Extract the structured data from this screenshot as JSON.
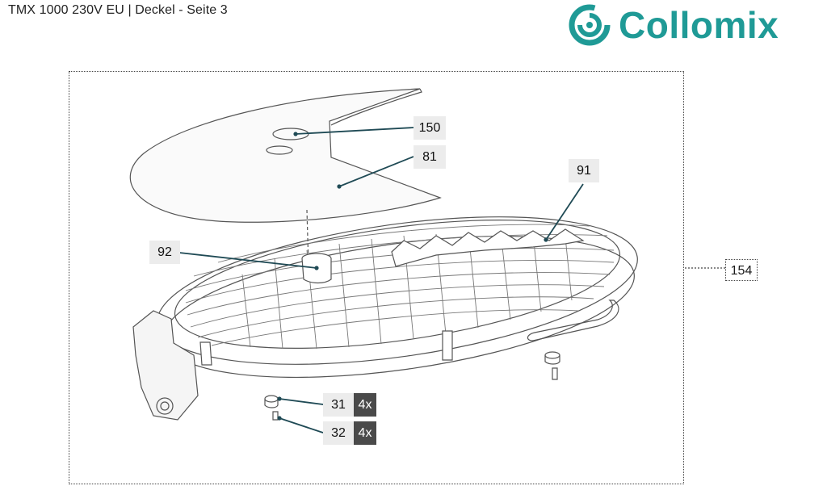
{
  "header": {
    "title": "TMX 1000 230V EU | Deckel - Seite 3",
    "brand": "Collomix",
    "brand_color": "#1f9a96"
  },
  "callouts": {
    "c150": "150",
    "c81": "81",
    "c91": "91",
    "c92": "92",
    "c154": "154",
    "c31": "31",
    "c31_qty": "4x",
    "c32": "32",
    "c32_qty": "4x"
  }
}
